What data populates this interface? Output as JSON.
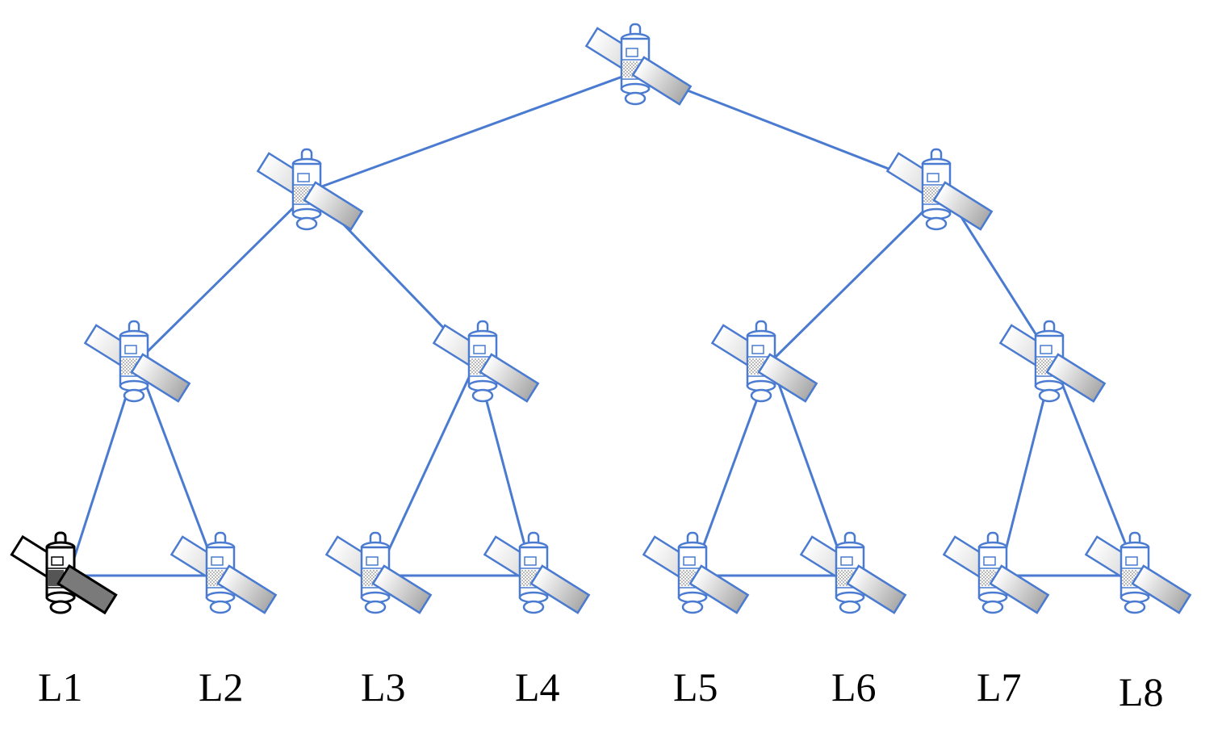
{
  "colors": {
    "link": "#4a7bd0",
    "satellite_outline": "#4a7bd0",
    "highlight_outline": "#000000",
    "panel_light": "#ffffff",
    "panel_dark": "#a8a8a8"
  },
  "icon": "satellite-icon",
  "leaf_labels": [
    "L1",
    "L2",
    "L3",
    "L4",
    "L5",
    "L6",
    "L7",
    "L8"
  ],
  "tree": {
    "levels": 4,
    "children_per_node": 2,
    "sibling_links": true,
    "highlighted_leaf": "L1"
  }
}
